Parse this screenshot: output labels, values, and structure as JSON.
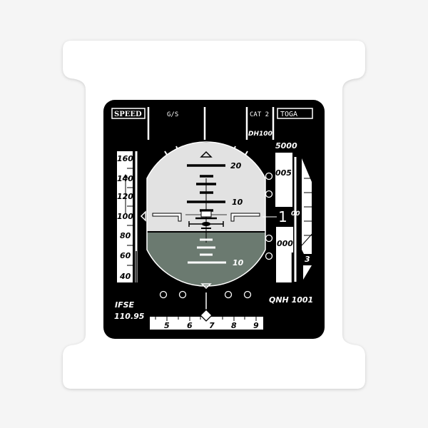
{
  "colors": {
    "panel": "#000000",
    "sky": "#e2e2e2",
    "ground": "#6b7a70",
    "sticker": "#ffffff"
  },
  "top": {
    "speed_mode": "SPEED",
    "vertical_mode": "G/S",
    "approach_cat": "CAT 2",
    "thrust_mode": "TOGA",
    "decision_height": "DH100"
  },
  "speed_tape": {
    "labels": [
      "160",
      "140",
      "120",
      "100",
      "80",
      "60",
      "40"
    ]
  },
  "attitude": {
    "pitch_up_20": "20",
    "pitch_up_10": "10",
    "pitch_down_10": "10"
  },
  "altitude_tape": {
    "top_label": "5000",
    "upper_label": "005",
    "current_big": "1",
    "current_small": "00",
    "lower_label": "000",
    "vs_label": "3"
  },
  "nav": {
    "source": "IFSE",
    "frequency": "110.95",
    "baro": "QNH 1001"
  },
  "heading_tape": {
    "labels": [
      "5",
      "6",
      "7",
      "8",
      "9"
    ]
  }
}
